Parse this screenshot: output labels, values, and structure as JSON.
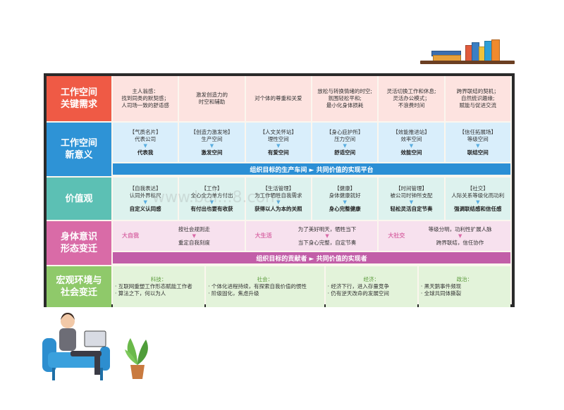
{
  "colors": {
    "row1": "#ef5a45",
    "row2": "#2e93d6",
    "row3": "#5cc0b4",
    "row4": "#d96ba7",
    "row5": "#8fc96a",
    "bar2": "#2b8fd5",
    "bar4": "#c25ea8"
  },
  "rows": [
    {
      "label": "工作空间\n关键需求",
      "cells": [
        {
          "lines": [
            "主人翁感：",
            "找到同类的默契感；",
            "人司场一致的舒适感"
          ]
        },
        {
          "lines": [
            "激发创造力的",
            "时空和辅助"
          ]
        },
        {
          "lines": [
            "对个体的尊重和关爱"
          ]
        },
        {
          "lines": [
            "放松与转换情绪的时空;",
            "氛围轻松平和;",
            "最小化身体损耗"
          ]
        },
        {
          "lines": [
            "灵活切换工作和休息;",
            "灵活办公模式；",
            "不浪费时间"
          ]
        },
        {
          "lines": [
            "跨界联结的契机；",
            "自然统识趣缘;",
            "赋能与促进交流"
          ]
        }
      ]
    },
    {
      "label": "工作空间\n新意义",
      "cells": [
        {
          "top": "【气质名片】",
          "mid": "代表公司",
          "bottom": "代表我"
        },
        {
          "top": "【创造力激发地】",
          "mid": "生产空间",
          "bottom": "激发空间"
        },
        {
          "top": "【人文关怀站】",
          "mid": "理性空间",
          "bottom": "有爱空间"
        },
        {
          "top": "【身心庇护所】",
          "mid": "压力空间",
          "bottom": "舒适空间"
        },
        {
          "top": "【效能推进站】",
          "mid": "效率空间",
          "bottom": "效能空间"
        },
        {
          "top": "【信任拓展场】",
          "mid": "等级空间",
          "bottom": "联结空间"
        }
      ],
      "bar": "组织目标的生产车间  ►  共同价值的实现平台"
    },
    {
      "label": "价值观",
      "cells": [
        {
          "top": "【自我表达】",
          "mid": "认同外界标尺",
          "bottom": "自定义认同感"
        },
        {
          "top": "【工作】",
          "mid": "全心全力单方付出",
          "bottom": "有付出也要有收获"
        },
        {
          "top": "【生活管理】",
          "mid": "为工作牺牲自我需求",
          "bottom": "获得以人为本的关照"
        },
        {
          "top": "【健康】",
          "mid": "身体健康就好",
          "bottom": "身心完整健康"
        },
        {
          "top": "【时间管理】",
          "mid": "被公司时钟所支配",
          "bottom": "轻松灵活自定节奏"
        },
        {
          "top": "【社交】",
          "mid": "人际关系等级化而功利",
          "bottom": "强调联结感和信任感"
        }
      ]
    },
    {
      "label": "身体意识\n形态变迁",
      "groups": [
        {
          "tag": "大自我",
          "top": "按社会规则走",
          "bottom": "重定自我刻度"
        },
        {
          "tag": "大生活",
          "top": "为了美好明天，牺牲当下",
          "bottom": "当下身心完整，自定节奏"
        },
        {
          "tag": "大社交",
          "top": "等级分明，功利性扩展人脉",
          "bottom": "跨界联结，信任协作"
        }
      ],
      "bar": "组织目标的贡献者  ►  共同价值的实现者"
    },
    {
      "label": "宏观环境与\n社会变迁",
      "groups": [
        {
          "title": "科技：",
          "items": [
            "· 互联网重塑工作形态赋能工作者",
            "· 算法之下，何以为人"
          ]
        },
        {
          "title": "社会：",
          "items": [
            "· 个体化进程持续，有探索自我价值的惯性",
            "· 阶级固化，焦虑升级"
          ]
        },
        {
          "title": "经济：",
          "items": [
            "· 经济下行，进入存量竞争",
            "· 仍有逆天改命的发展空间"
          ]
        },
        {
          "title": "政治：",
          "items": [
            "· 黑天鹅事件频现",
            "· 全球共同体撕裂"
          ]
        }
      ]
    }
  ],
  "arrow_glyph": "▼",
  "watermark": "www.bai...8.com"
}
